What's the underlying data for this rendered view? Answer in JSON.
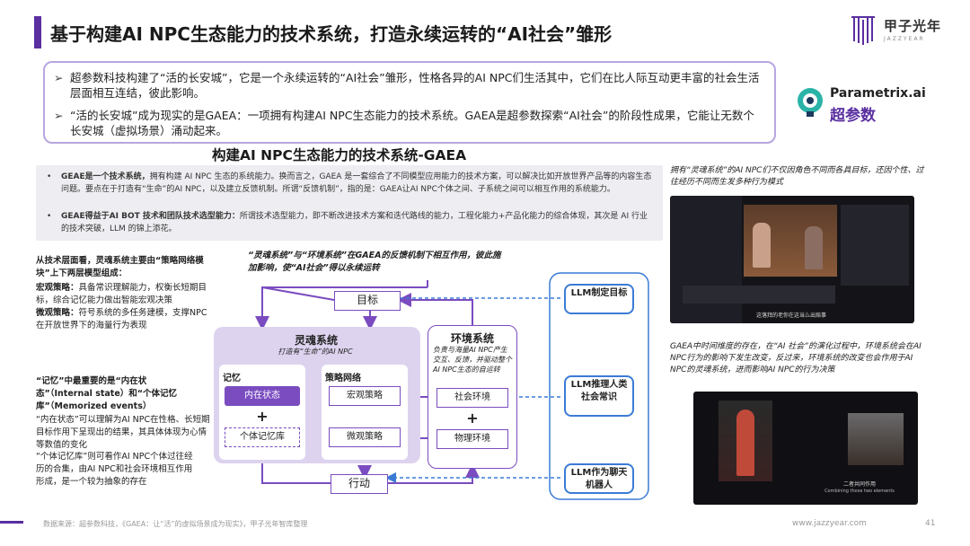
{
  "header": {
    "title": "基于构建AI NPC生态能力的技术系统，打造永续运转的“AI社会”雏形",
    "brand_name": "甲子光年",
    "brand_sub": "JAZZYEAR"
  },
  "intro": {
    "items": [
      "超参数科技构建了“活的长安城”，它是一个永续运转的“AI社会”雏形，性格各异的AI NPC们生活其中，它们在比人际互动更丰富的社会生活层面相互连结，彼此影响。",
      "“活的长安城”成为现实的是GAEA：一项拥有构建AI NPC生态能力的技术系统。GAEA是超参数探索“AI社会”的阶段性成果，它能让无数个长安城（虚拟场景）涌动起来。"
    ],
    "arrow": "➢"
  },
  "parametrix": {
    "name": "Parametrix.ai",
    "cn": "超参数"
  },
  "sub_title": "构建AI NPC生态能力的技术系统-GAEA",
  "gaea": {
    "items": [
      {
        "bold": "GEAE是一个技术系统，",
        "text": "拥有构建 AI NPC 生态的系统能力。换而言之，GAEA 是一套综合了不同模型应用能力的技术方案，可以解决比如开放世界产品等的内容生态问题。要点在于打造有“生命”的AI NPC，以及建立反馈机制。所谓“反馈机制”，指的是：GAEA让AI NPC个体之间、子系统之间可以相互作用的系统能力。"
      },
      {
        "bold": "GEAE得益于AI BOT 技术和团队技术选型能力：",
        "text": "所谓技术选型能力，即不断改进技术方案和迭代路线的能力，工程化能力+产品化能力的综合体现，其次是 AI 行业的技术突破，LLM 的锦上添花。"
      }
    ],
    "bullet": "•"
  },
  "left": {
    "p1_bold": "从技术层面看，灵魂系统主要由“策略网络模块”上下两层模型组成：",
    "p2_bold": "宏观策略：",
    "p2_text": "具备常识理解能力，权衡长短期目标，综合记忆能力做出智能宏观决策",
    "p3_bold": "微观策略：",
    "p3_text": "符号系统的多任务建模，支撑NPC在开放世界下的海量行为表现",
    "p4_bold": "“记忆”中最重要的是“内在状态”（Internal state）和“个体记忆库”（Memorized events）",
    "p5": "“内在状态”可以理解为AI NPC在性格、长短期目标作用下呈现出的结果，其具体体现为心情等数值的变化",
    "p6": "“个体记忆库”则可看作AI NPC个体过往经历的合集，由AI NPC和社会环境相互作用形成，是一个较为抽象的存在"
  },
  "diagram": {
    "top_note": "“灵魂系统”与“环境系统”在GAEA的反馈机制下相互作用，彼此施加影响，使“AI社会”得以永续运转",
    "goal": "目标",
    "action": "行动",
    "soul_title": "灵魂系统",
    "soul_sub": "打造有“生命”的AI NPC",
    "memory": "记忆",
    "inner_state": "内在状态",
    "plus": "+",
    "memory_bank": "个体记忆库",
    "strategy_net": "策略网络",
    "macro": "宏观策略",
    "micro": "微观策略",
    "env_title": "环境系统",
    "env_sub": "负责与海量AI NPC产生交互、反馈，并驱动整个AI NPC生态的自运转",
    "social_env": "社会环境",
    "physical_env": "物理环境",
    "llm1": "LLM制定目标",
    "llm2": "LLM推理人类社会常识",
    "llm3": "LLM作为聊天机器人"
  },
  "right": {
    "cap1": "拥有“灵魂系统”的AI NPC们不仅因角色不同而各具目标，还因个性、过往经历不同而生发多种行为模式",
    "shot1_sub": "这落拜的老你在这当么出赔事",
    "cap2": "GAEA中时间维度的存在，在“AI 社会”的演化过程中，环境系统会在AI NPC行为的影响下发生改变，反过来，环境系统的改变也会作用于AI NPC的灵魂系统，进而影响AI NPC的行为决策",
    "shot2_sub": "二者共同作用",
    "shot2_sub_en": "Combining those two elements"
  },
  "footer": {
    "source": "数据来源：超参数科技，《GAEA：让“活”的虚拟场景成为现实》，甲子光年智库整理",
    "url": "www.jazzyear.com",
    "page": "41"
  },
  "colors": {
    "accent": "#5a2fa0",
    "soul_bg": "#ddd3ef",
    "blue_border": "#3b7bd6",
    "purple": "#7a4cc0"
  }
}
